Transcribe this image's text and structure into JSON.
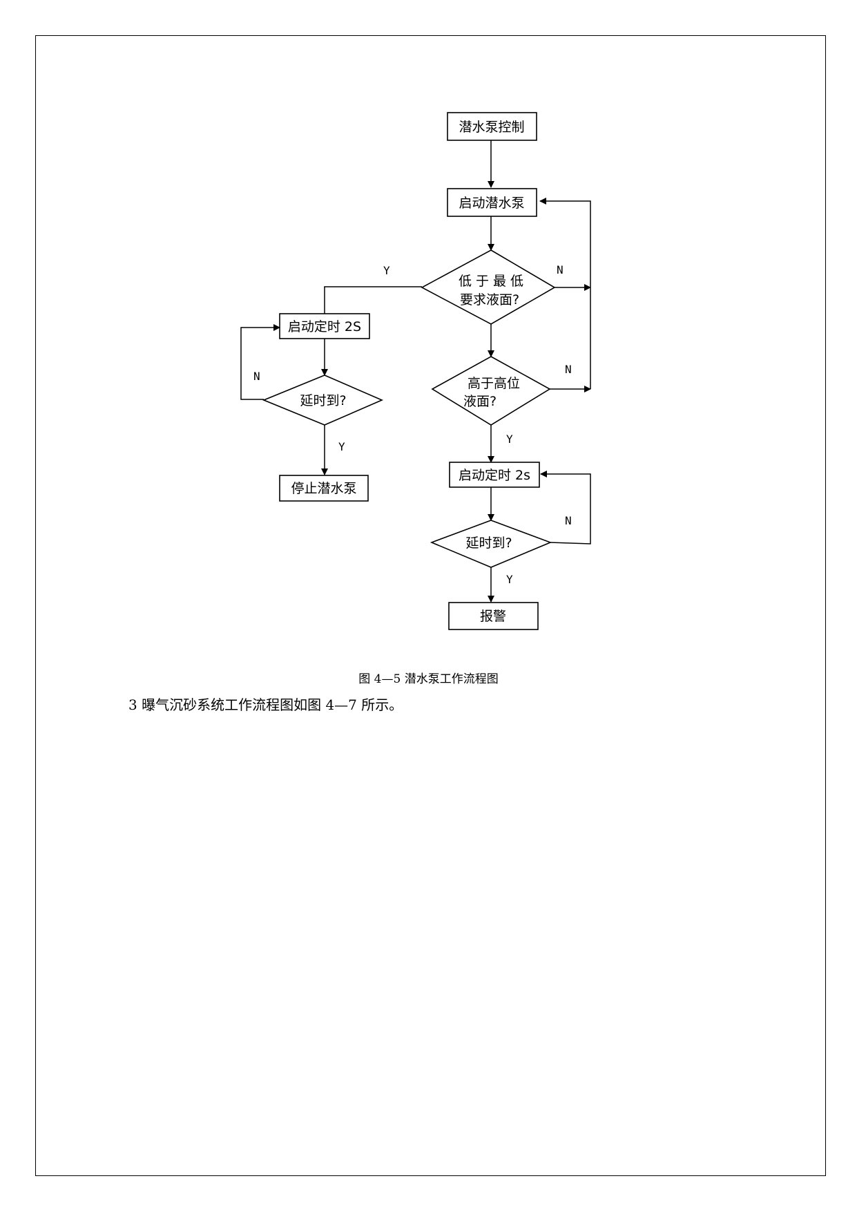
{
  "flowchart": {
    "start": "潜水泵控制",
    "start_pump": "启动潜水泵",
    "low_check_line1": "低 于 最 低",
    "low_check_line2": "要求液面?",
    "left_timer": "启动定时 2S",
    "left_delay": "延时到?",
    "stop_pump": "停止潜水泵",
    "high_check_line1": "高于高位",
    "high_check_line2": "液面?",
    "right_timer": "启动定时 2s",
    "right_delay": "延时到?",
    "alarm": "报警",
    "yes": "Y",
    "no": "N"
  },
  "caption": "图 4—5 潜水泵工作流程图",
  "body_text": "3 曝气沉砂系统工作流程图如图 4—7 所示。"
}
